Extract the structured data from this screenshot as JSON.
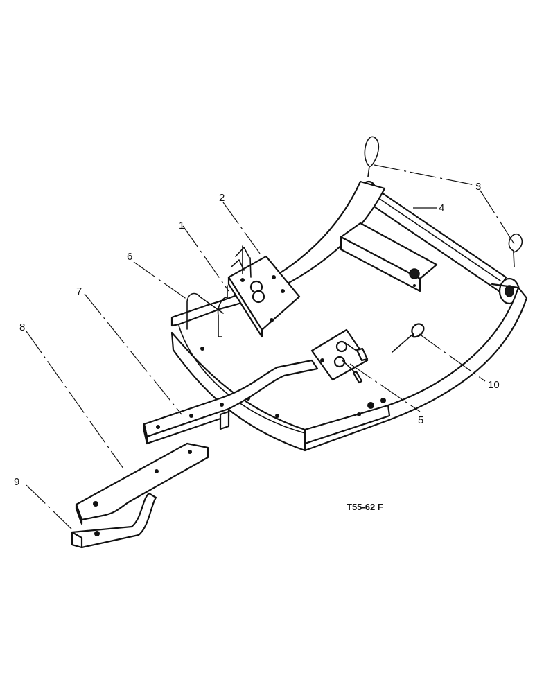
{
  "drawing": {
    "reference": "T55-62 F",
    "callouts": [
      "1",
      "2",
      "3",
      "4",
      "5",
      "6",
      "7",
      "8",
      "9",
      "10"
    ]
  }
}
